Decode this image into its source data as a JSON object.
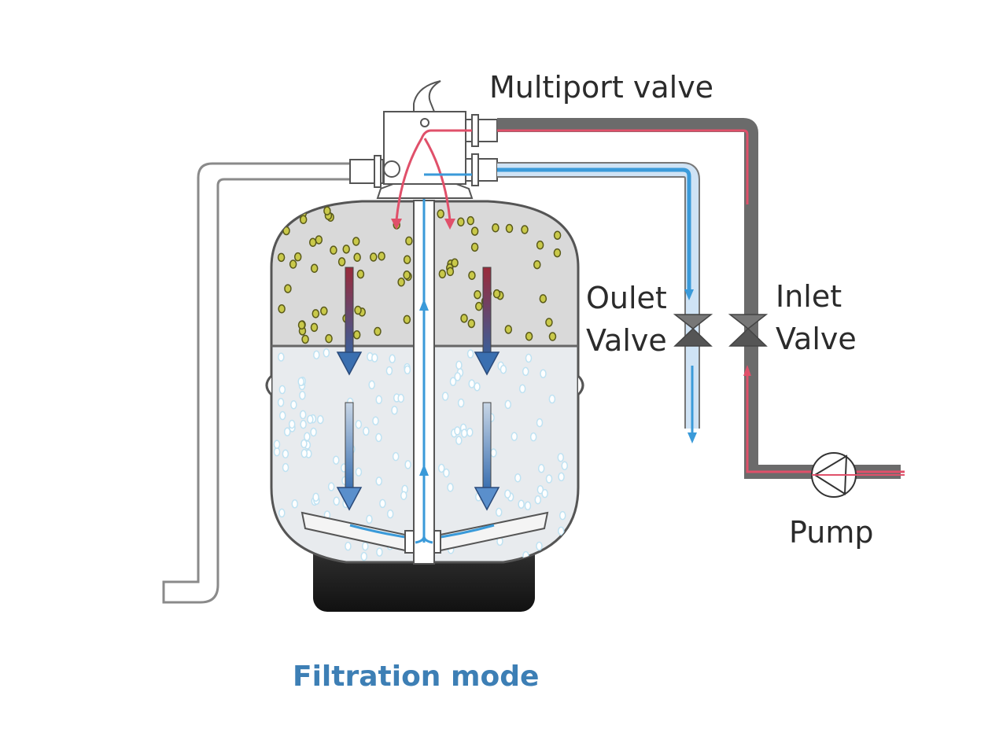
{
  "diagram": {
    "title": "Filtration mode",
    "labels": {
      "multiport_valve": "Multiport valve",
      "outlet_valve_line1": "Oulet",
      "outlet_valve_line2": "Valve",
      "inlet_valve_line1": "Inlet",
      "inlet_valve_line2": "Valve",
      "pump": "Pump"
    },
    "colors": {
      "inlet_flow": "#e0506a",
      "outlet_flow": "#3a9ad9",
      "outlet_pipe_fill": "#cfe3f5",
      "inlet_pipe_fill": "#6b6b6b",
      "sand_media_fill": "#dcdcdc",
      "sand_grain": "#8a8a2a",
      "gravel_media_fill": "#e6e9ec",
      "bubble": "#bfe2f2",
      "tank_base": "#1f1f1f",
      "title": "#3d7fb5"
    },
    "flow": {
      "inlet_path": [
        "pump",
        "inlet valve",
        "multiport valve",
        "tank top (downflow through media)"
      ],
      "outlet_path": [
        "collector laterals",
        "center standpipe",
        "multiport valve",
        "outlet valve"
      ]
    }
  }
}
